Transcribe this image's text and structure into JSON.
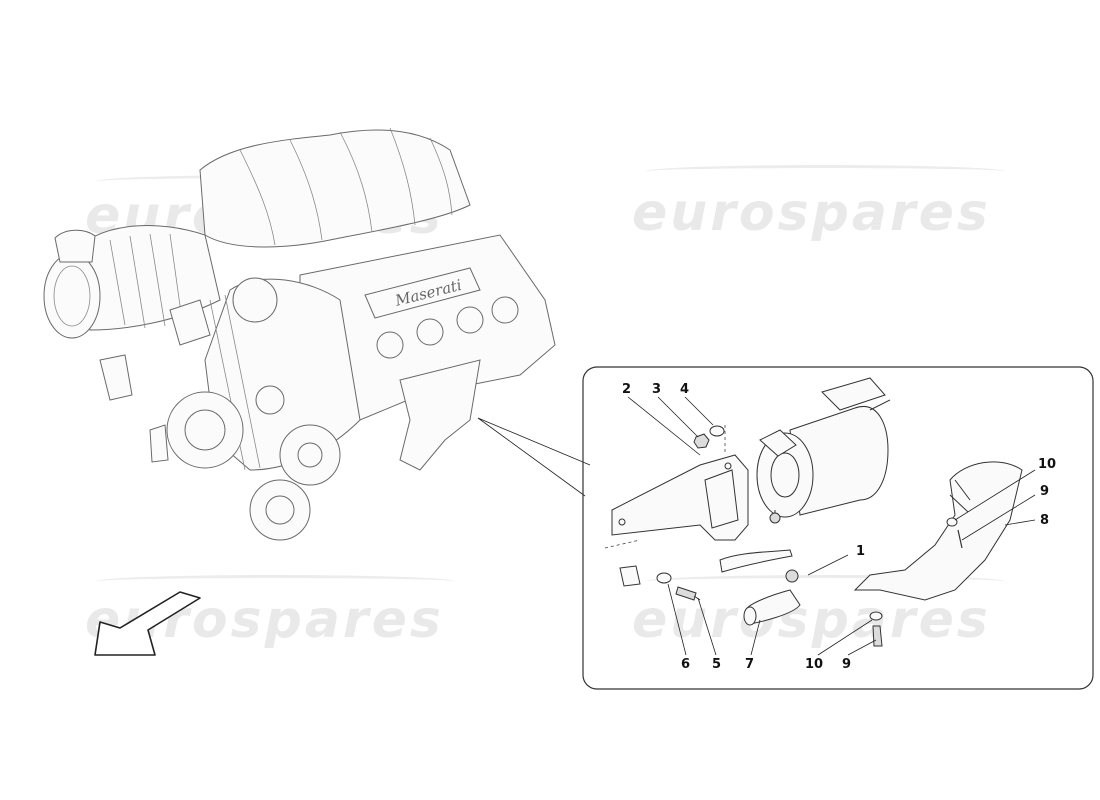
{
  "watermarks": [
    {
      "id": "wm1",
      "text": "eurospares"
    },
    {
      "id": "wm2",
      "text": "eurospares"
    },
    {
      "id": "wm3",
      "text": "eurospares"
    },
    {
      "id": "wm4",
      "text": "eurospares"
    }
  ],
  "engine": {
    "logo_text": "Maserati"
  },
  "callouts": [
    "1",
    "2",
    "3",
    "4",
    "5",
    "6",
    "7",
    "8",
    "9",
    "10",
    "9",
    "10"
  ],
  "colors": {
    "line": "#222222",
    "watermark": "#e9e9e9",
    "panel_border": "#333333",
    "background": "#ffffff"
  }
}
